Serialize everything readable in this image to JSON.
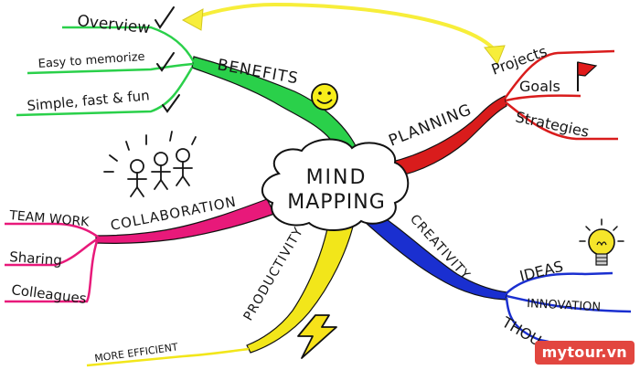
{
  "center": {
    "line1": "MIND",
    "line2": "MAPPING"
  },
  "branches": {
    "benefits": {
      "label": "BENEFITS",
      "color": "#2ad04a",
      "items": [
        "Overview",
        "Easy to memorize",
        "Simple, fast & fun"
      ]
    },
    "planning": {
      "label": "PLANNING",
      "color": "#d91c1c",
      "items": [
        "Projects",
        "Goals",
        "Strategies"
      ]
    },
    "collaboration": {
      "label": "COLLABORATION",
      "color": "#e8197a",
      "items": [
        "TEAM WORK",
        "Sharing",
        "Colleagues"
      ]
    },
    "creativity": {
      "label": "CREATIVITY",
      "color": "#1a2fd0",
      "items": [
        "IDEAS",
        "INNOVATION",
        "THOU"
      ]
    },
    "productivity": {
      "label": "PRODUCTIVITY",
      "color": "#f2e61a",
      "items": [
        "MORE EFFICIENT"
      ]
    }
  },
  "arrow_color": "#f7ee3a",
  "watermark": "mytour.vn"
}
